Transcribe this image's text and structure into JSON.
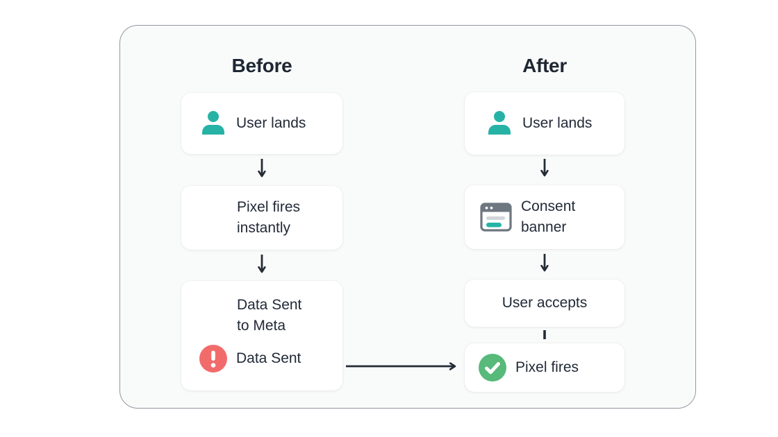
{
  "panel": {
    "background": "#f9fafa",
    "border_color": "#9097a0",
    "card_background": "#ffffff"
  },
  "colors": {
    "text": "#212a37",
    "title_text": "#1e2733",
    "teal": "#26b3a6",
    "red": "#f26b6b",
    "green": "#57b97a",
    "arrow": "#232b36",
    "browser_gray": "#6e7680",
    "browser_bar_light": "#d2d6da"
  },
  "before": {
    "title": "Before",
    "steps": {
      "user_lands": {
        "icon": "user-icon",
        "label": "User lands"
      },
      "pixel_fires": {
        "label": "Pixel fires\ninstantly"
      },
      "data_sent": {
        "heading": "Data Sent\nto Meta",
        "status_icon": "alert-icon",
        "status_label": "Data Sent"
      }
    }
  },
  "after": {
    "title": "After",
    "steps": {
      "user_lands": {
        "icon": "user-icon",
        "label": "User lands"
      },
      "consent_banner": {
        "icon": "browser-icon",
        "label": "Consent\nbanner"
      },
      "user_accepts": {
        "label": "User accepts"
      },
      "pixel_fires": {
        "icon": "check-icon",
        "label": "Pixel fires"
      }
    }
  }
}
